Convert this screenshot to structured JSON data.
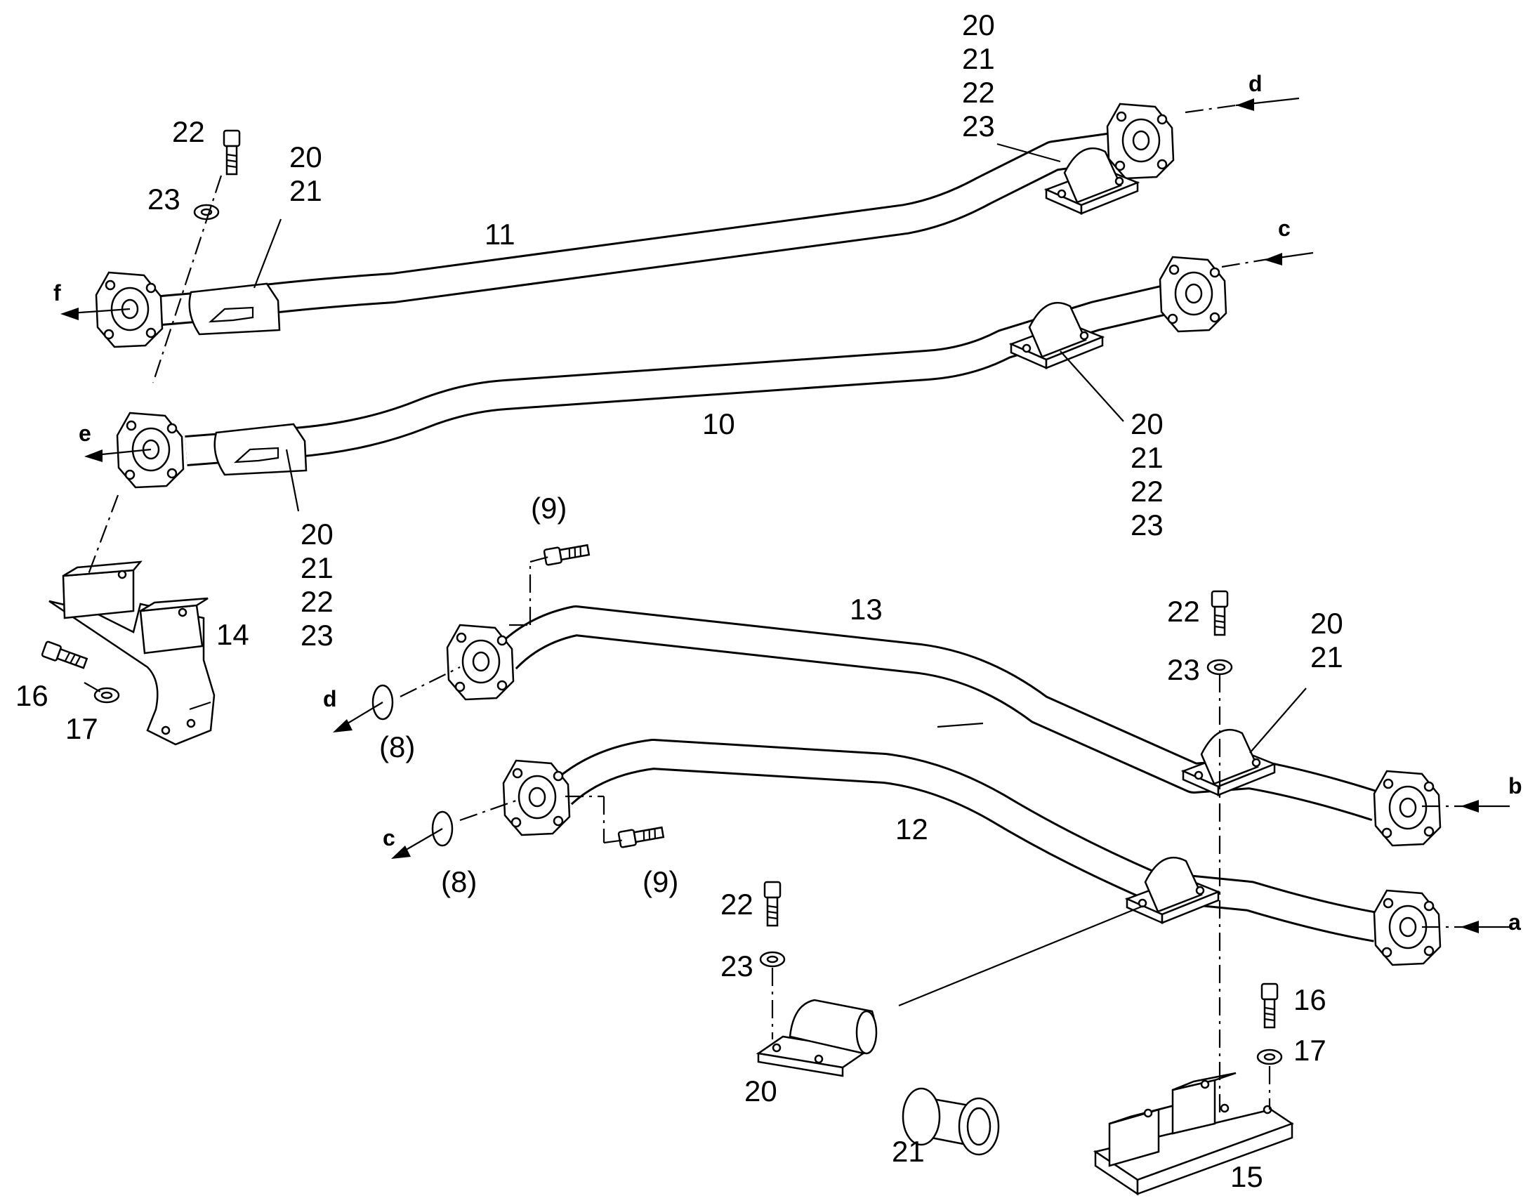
{
  "diagram": {
    "labels": {
      "l11": "11",
      "l10": "10",
      "l13": "13",
      "l12": "12",
      "l14": "14",
      "l15": "15",
      "l16a": "16",
      "l17a": "17",
      "l16b": "16",
      "l17b": "17",
      "l22a": "22",
      "l23a": "23",
      "l20a": "20",
      "l21a": "21",
      "stack_top": [
        "20",
        "21",
        "22",
        "23"
      ],
      "stack_mid_right": [
        "20",
        "21",
        "22",
        "23"
      ],
      "stack_mid_left": [
        "20",
        "21",
        "22",
        "23"
      ],
      "l22b": "22",
      "l23b": "23",
      "l20b": "20",
      "l21b": "21",
      "l22c": "22",
      "l23c": "23",
      "l20c": "20",
      "l21c": "21",
      "l9a": "(9)",
      "l9b": "(9)",
      "l8a": "(8)",
      "l8b": "(8)"
    },
    "ports": {
      "a": "a",
      "b": "b",
      "c_right": "c",
      "d_right": "d",
      "c_left": "c",
      "d_left": "d",
      "e": "e",
      "f": "f"
    }
  }
}
